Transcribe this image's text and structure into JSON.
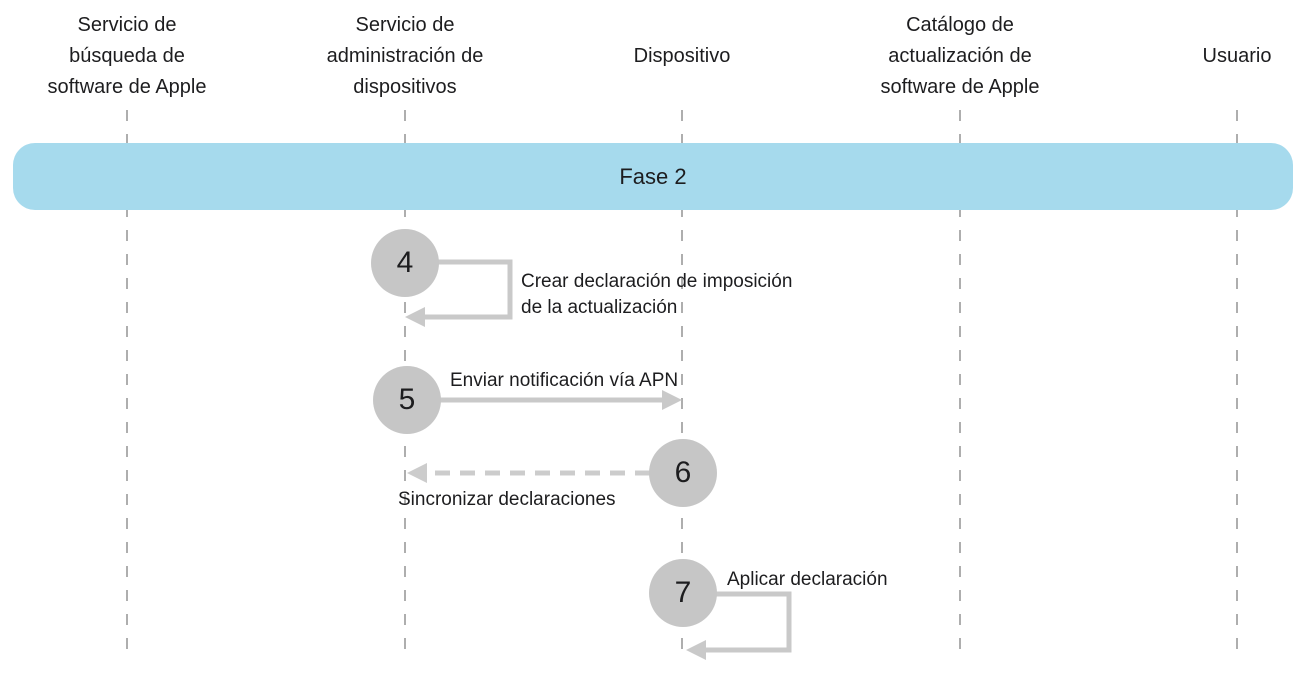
{
  "phase_banner": {
    "label": "Fase 2",
    "background_color": "#a6daed"
  },
  "actors": [
    {
      "id": "apple-software-lookup-service",
      "label": "Servicio de\nbúsqueda de\nsoftware de Apple"
    },
    {
      "id": "device-management-service",
      "label": "Servicio de\nadministración de\ndispositivos"
    },
    {
      "id": "device",
      "label": "Dispositivo"
    },
    {
      "id": "apple-software-update-catalog",
      "label": "Catálogo de\nactualización de\nsoftware de Apple"
    },
    {
      "id": "user",
      "label": "Usuario"
    }
  ],
  "steps": [
    {
      "number": "4",
      "label": "Crear declaración de imposición\nde la actualización",
      "actor": "device-management-service",
      "arrow": "self-loop"
    },
    {
      "number": "5",
      "label": "Enviar notificación vía APN",
      "actor": "device-management-service",
      "to": "device",
      "arrow": "solid-right"
    },
    {
      "number": "6",
      "label": "Sincronizar declaraciones",
      "actor": "device",
      "to": "device-management-service",
      "arrow": "dashed-left"
    },
    {
      "number": "7",
      "label": "Aplicar declaración",
      "actor": "device",
      "arrow": "self-loop"
    }
  ],
  "colors": {
    "text": "#1d1d1f",
    "banner": "#a6daed",
    "circle": "#c6c6c6",
    "arrow": "#c9c9c9",
    "lifeline": "#aeaeae"
  }
}
